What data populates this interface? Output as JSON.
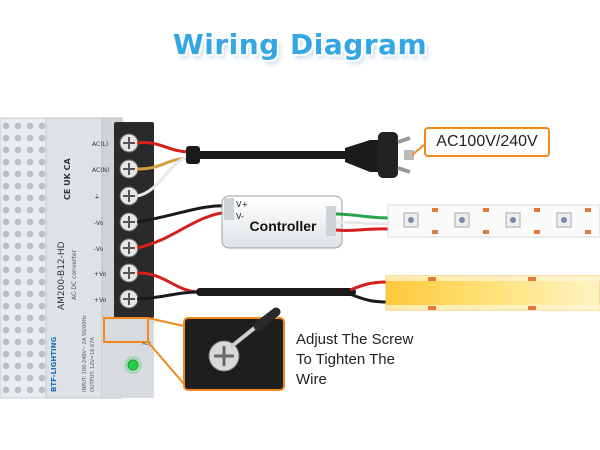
{
  "title": "Wiring Diagram",
  "ac_label": "AC100V/240V",
  "controller": {
    "name": "Controller",
    "pin_vplus": "V+",
    "pin_vminus": "V-"
  },
  "screw_note": {
    "line1": "Adjust The Screw",
    "line2": "To Tighten The",
    "line3": "Wire"
  },
  "psu": {
    "model": "AM200-B12-HD",
    "subtitle": "AC-DC converter",
    "brand": "BTF-LIGHTING",
    "terminals": [
      "AC(L)",
      "AC(N)",
      "⏚",
      "-Vo",
      "-Vo",
      "+Vo",
      "+Vo"
    ],
    "input_spec": "INPUT: 100-240V~ 2A 50/60Hz",
    "output_spec": "OUTPUT: 12V=16.67A",
    "marks": "CE UK CA",
    "adj_label": "ADJ"
  },
  "colors": {
    "title_blue": "#34a6e4",
    "accent_orange": "#f08a1c",
    "wire_red": "#d42020",
    "wire_black": "#1a1a1a",
    "wire_green": "#2aa44a",
    "strip_yellow": "#ffd75a"
  },
  "icons": [
    "ac-plug-icon",
    "led-indicator-icon",
    "screwdriver-icon"
  ]
}
